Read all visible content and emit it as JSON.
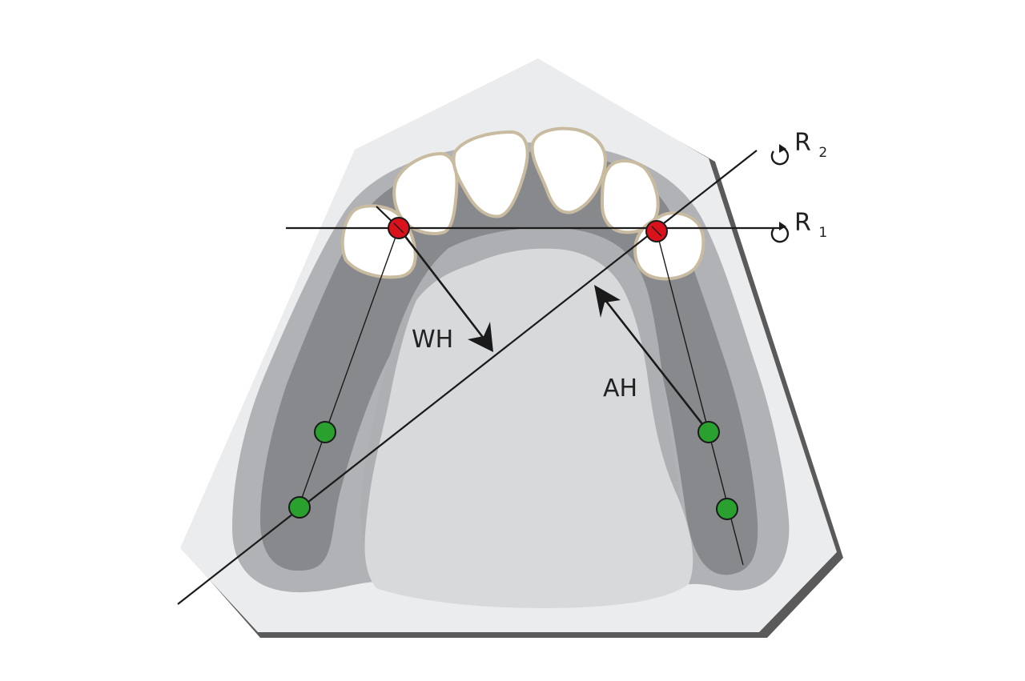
{
  "labels": {
    "wh": "WH",
    "ah": "AH",
    "r1": {
      "base": "R",
      "sub": "1"
    },
    "r2": {
      "base": "R",
      "sub": "2"
    }
  },
  "icons": {
    "rotation": "rotate-ccw-icon"
  },
  "colors": {
    "page": "#ffffff",
    "base_plate": "#ebecee",
    "base_plate_shadow": "#5a5a5a",
    "outer_arch": "#b1b2b5",
    "ridge": "#88898c",
    "gum_mid": "#aeafb2",
    "palate": "#d8d9db",
    "tooth_fill": "#ffffff",
    "tooth_outline": "#c8bba0",
    "marker_red": "#d9121c",
    "marker_green": "#2aa12e",
    "line": "#1a1a1a"
  },
  "markers": {
    "red_count": 2,
    "green_count": 4
  }
}
